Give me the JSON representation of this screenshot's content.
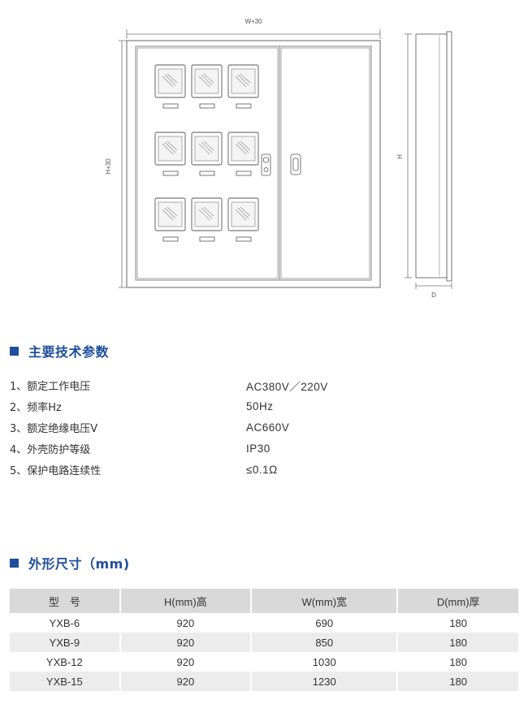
{
  "drawing": {
    "width_label": "W+30",
    "height_label": "H+30",
    "side_height_label": "H",
    "depth_label": "D"
  },
  "sections": {
    "tech_params": {
      "title": "主要技术参数"
    },
    "dimensions": {
      "title": "外形尺寸（mm)"
    }
  },
  "params": [
    {
      "name": "1、额定工作电压",
      "value": "AC380V／220V"
    },
    {
      "name": "2、频率Hz",
      "value": "50Hz"
    },
    {
      "name": "3、额定绝缘电压V",
      "value": "AC660V"
    },
    {
      "name": "4、外壳防护等级",
      "value": "IP30"
    },
    {
      "name": "5、保护电路连续性",
      "value": "≤0.1Ω"
    }
  ],
  "table": {
    "headers": [
      "型　号",
      "H(mm)高",
      "W(mm)宽",
      "D(mm)厚"
    ],
    "rows": [
      [
        "YXB-6",
        "920",
        "690",
        "180"
      ],
      [
        "YXB-9",
        "920",
        "850",
        "180"
      ],
      [
        "YXB-12",
        "920",
        "1030",
        "180"
      ],
      [
        "YXB-15",
        "920",
        "1230",
        "180"
      ]
    ]
  }
}
